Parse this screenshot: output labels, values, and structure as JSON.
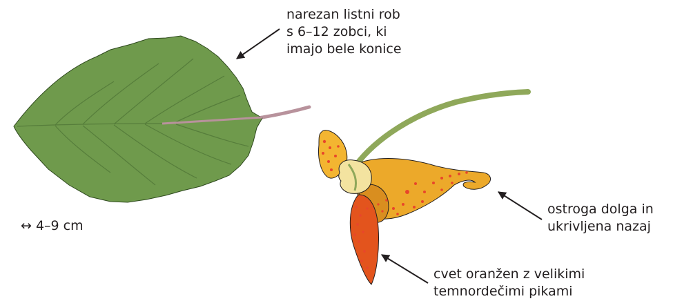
{
  "labels": {
    "leaf_edge": [
      "narezan listni rob",
      "s 6–12 zobci, ki",
      "imajo bele konice"
    ],
    "spur": [
      "ostroga dolga in",
      "ukrivljena nazaj"
    ],
    "flower": [
      "cvet oranžen z velikimi",
      "temnordečimi pikami"
    ],
    "leaf_size": "↔ 4–9 cm"
  },
  "colors": {
    "leaf": "#6f9a4c",
    "leaf_vein": "#567d3b",
    "leaf_midrib": "#b8929c",
    "stem": "#8fa85a",
    "sepal_upper": "#f3b531",
    "spur": "#eca92a",
    "lower_petal": "#e3541d",
    "dots": "#e8462b",
    "bract": "#f3e3a0",
    "arrow": "#231f20"
  }
}
